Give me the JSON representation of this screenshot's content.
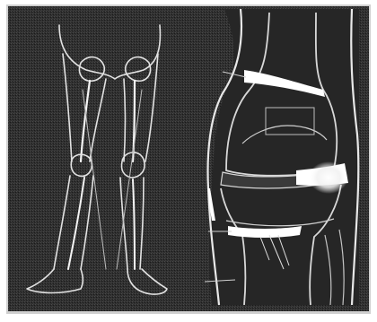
{
  "figure": {
    "kind": "medical illustration",
    "panels": [
      "full-legs-front-view",
      "knee-joint-closeup"
    ],
    "colors": {
      "background": "#2e2e2e",
      "frame": "#d8d8d8",
      "outline": "#e6e6e6",
      "highlight": "#ffffff",
      "shadow": "#0a0a0a"
    }
  }
}
